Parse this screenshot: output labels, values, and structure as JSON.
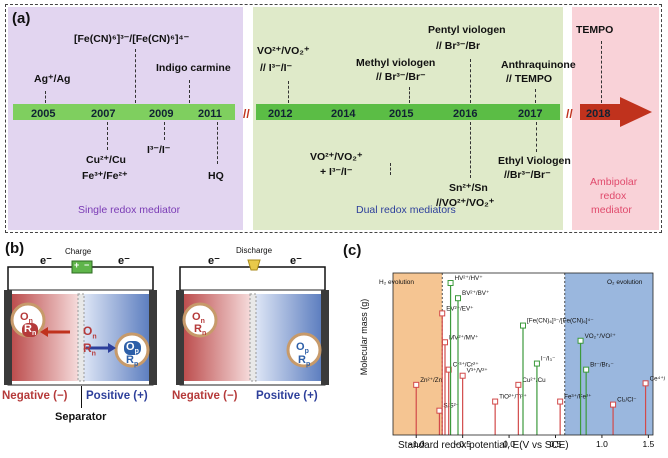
{
  "panel_a": {
    "letter": "(a)",
    "eras": {
      "single": "Single redox mediator",
      "dual": "Dual redox mediators",
      "ambipolar": [
        "Ambipolar",
        "redox",
        "mediator"
      ]
    },
    "break_mark": "//",
    "years": [
      "2005",
      "2007",
      "2009",
      "2011",
      "2012",
      "2014",
      "2015",
      "2016",
      "2017",
      "2018"
    ],
    "top_labels": {
      "y2005": "Ag⁺/Ag",
      "y2007": "[Fe(CN)⁶]³⁻/[Fe(CN)⁶]⁴⁻",
      "y2009": "Indigo carmine",
      "y2012a": "VO²⁺/VO₂⁺",
      "y2012b": "// I³⁻/I⁻",
      "y2015a": "Methyl viologen",
      "y2015b": "// Br³⁻/Br⁻",
      "y2016a": "Pentyl viologen",
      "y2016b": "// Br³⁻/Br",
      "y2017a": "Anthraquinone",
      "y2017b": "// TEMPO",
      "y2018": "TEMPO"
    },
    "bottom_labels": {
      "y2007a": "Cu²⁺/Cu",
      "y2007b": "Fe³⁺/Fe²⁺",
      "y2009": "I³⁻/I⁻",
      "y2011": "HQ",
      "y2014a": "VO²⁺/VO₂⁺",
      "y2014b": "+ I³⁻/I⁻",
      "y2016a": "Sn²⁺/Sn",
      "y2016b": "//VO²⁺/VO₂⁺",
      "y2017a": "Ethyl Viologen",
      "y2017b": "//Br³⁻/Br⁻"
    }
  },
  "panel_b": {
    "letter": "(b)",
    "charge": "Charge",
    "discharge": "Discharge",
    "electron": "e⁻",
    "negative": "Negative (−)",
    "positive": "Positive (+)",
    "separator": "Separator",
    "ox": "O",
    "red": "R",
    "sub_n": "n",
    "sub_p": "p",
    "plus": "+",
    "minus": "−"
  },
  "panel_c": {
    "letter": "(c)",
    "h2_evolution": "H₂ evolution",
    "o2_evolution": "O₂ evolution",
    "colors": {
      "negative": "#d24a4a",
      "positive": "#3c9a3c",
      "amb": "#2e8b2e"
    }
  },
  "chart_data": {
    "type": "scatter",
    "xlabel": "Standard redox potential, E(V vs SCE)",
    "ylabel": "Molecular mass (g)",
    "xlim": [
      -1.25,
      1.55
    ],
    "x_ticks": [
      "−1.0",
      "−0.5",
      "0.0",
      "0.5",
      "1.0",
      "1.5"
    ],
    "regions": [
      {
        "label": "H₂ evolution",
        "from": -1.25,
        "to": -0.72
      },
      {
        "label": "O₂ evolution",
        "from": 0.6,
        "to": 1.55
      }
    ],
    "points": [
      {
        "label": "Zn²⁺/Zn",
        "x": -1.0,
        "y": 0.33,
        "group": "negative"
      },
      {
        "label": "S/S²⁻",
        "x": -0.75,
        "y": 0.16,
        "group": "negative"
      },
      {
        "label": "Cr³⁺/Cr²⁺",
        "x": -0.65,
        "y": 0.43,
        "group": "negative"
      },
      {
        "label": "MV²⁺/MV⁺",
        "x": -0.69,
        "y": 0.61,
        "group": "negative"
      },
      {
        "label": "EV²⁺/EV⁺",
        "x": -0.72,
        "y": 0.8,
        "group": "negative"
      },
      {
        "label": "HV²⁺/HV⁺",
        "x": -0.63,
        "y": 1.0,
        "group": "both"
      },
      {
        "label": "BV²⁺/BV⁺",
        "x": -0.55,
        "y": 0.9,
        "group": "positive"
      },
      {
        "label": "V³⁺/V²⁺",
        "x": -0.5,
        "y": 0.39,
        "group": "negative"
      },
      {
        "label": "TiO²⁺/Ti³⁺",
        "x": -0.15,
        "y": 0.22,
        "group": "negative"
      },
      {
        "label": "Cu²⁺/Cu",
        "x": 0.1,
        "y": 0.33,
        "group": "negative"
      },
      {
        "label": "[Fe(CN)₆]³⁻/[Fe(CN)₆]⁴⁻",
        "x": 0.15,
        "y": 0.72,
        "group": "positive"
      },
      {
        "label": "I⁻/I₃⁻",
        "x": 0.3,
        "y": 0.47,
        "group": "positive"
      },
      {
        "label": "Fe³⁺/Fe²⁺",
        "x": 0.55,
        "y": 0.22,
        "group": "negative"
      },
      {
        "label": "VO₂⁺/VO²⁺",
        "x": 0.77,
        "y": 0.62,
        "group": "positive"
      },
      {
        "label": "Br⁻/Br₃⁻",
        "x": 0.83,
        "y": 0.43,
        "group": "positive"
      },
      {
        "label": "Cl₂/Cl⁻",
        "x": 1.12,
        "y": 0.2,
        "group": "negative"
      },
      {
        "label": "Ce⁴⁺/Ce³⁺",
        "x": 1.47,
        "y": 0.34,
        "group": "negative"
      }
    ]
  }
}
